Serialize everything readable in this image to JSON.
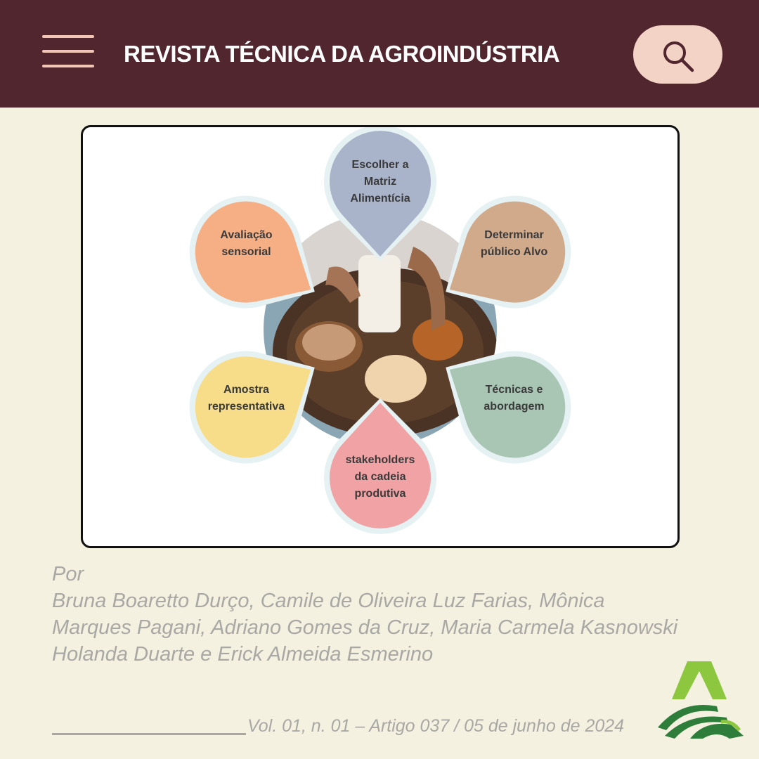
{
  "header": {
    "title": "REVISTA TÉCNICA DA AGROINDÚSTRIA",
    "menu_icon": "hamburger-icon",
    "search_icon": "search-icon"
  },
  "diagram": {
    "petals": [
      {
        "label": "Escolher a Matriz Alimentícia",
        "color": "#a9b3ca"
      },
      {
        "label": "Determinar público Alvo",
        "color": "#d1aa8b"
      },
      {
        "label": "Técnicas e abordagem",
        "color": "#a9c6b5"
      },
      {
        "label": "stakeholders da cadeia produtiva",
        "color": "#f0a2a5"
      },
      {
        "label": "Amostra representativa",
        "color": "#f7dd8a"
      },
      {
        "label": "Avaliação sensorial",
        "color": "#f6ae84"
      }
    ]
  },
  "byline": {
    "prefix": "Por",
    "authors": "Bruna Boaretto Durço, Camile de Oliveira Luz Farias, Mônica Marques Pagani, Adriano Gomes da Cruz, Maria Carmela Kasnowski Holanda Duarte e Erick Almeida Esmerino"
  },
  "footer": {
    "volume": "Vol. 01, n. 01 – Artigo 037 / 05 de junho de 2024"
  },
  "colors": {
    "header_bg": "#52262f",
    "page_bg": "#f4f1e1",
    "search_bg": "#f4d3c7",
    "text_gray": "#a9a8a4"
  }
}
